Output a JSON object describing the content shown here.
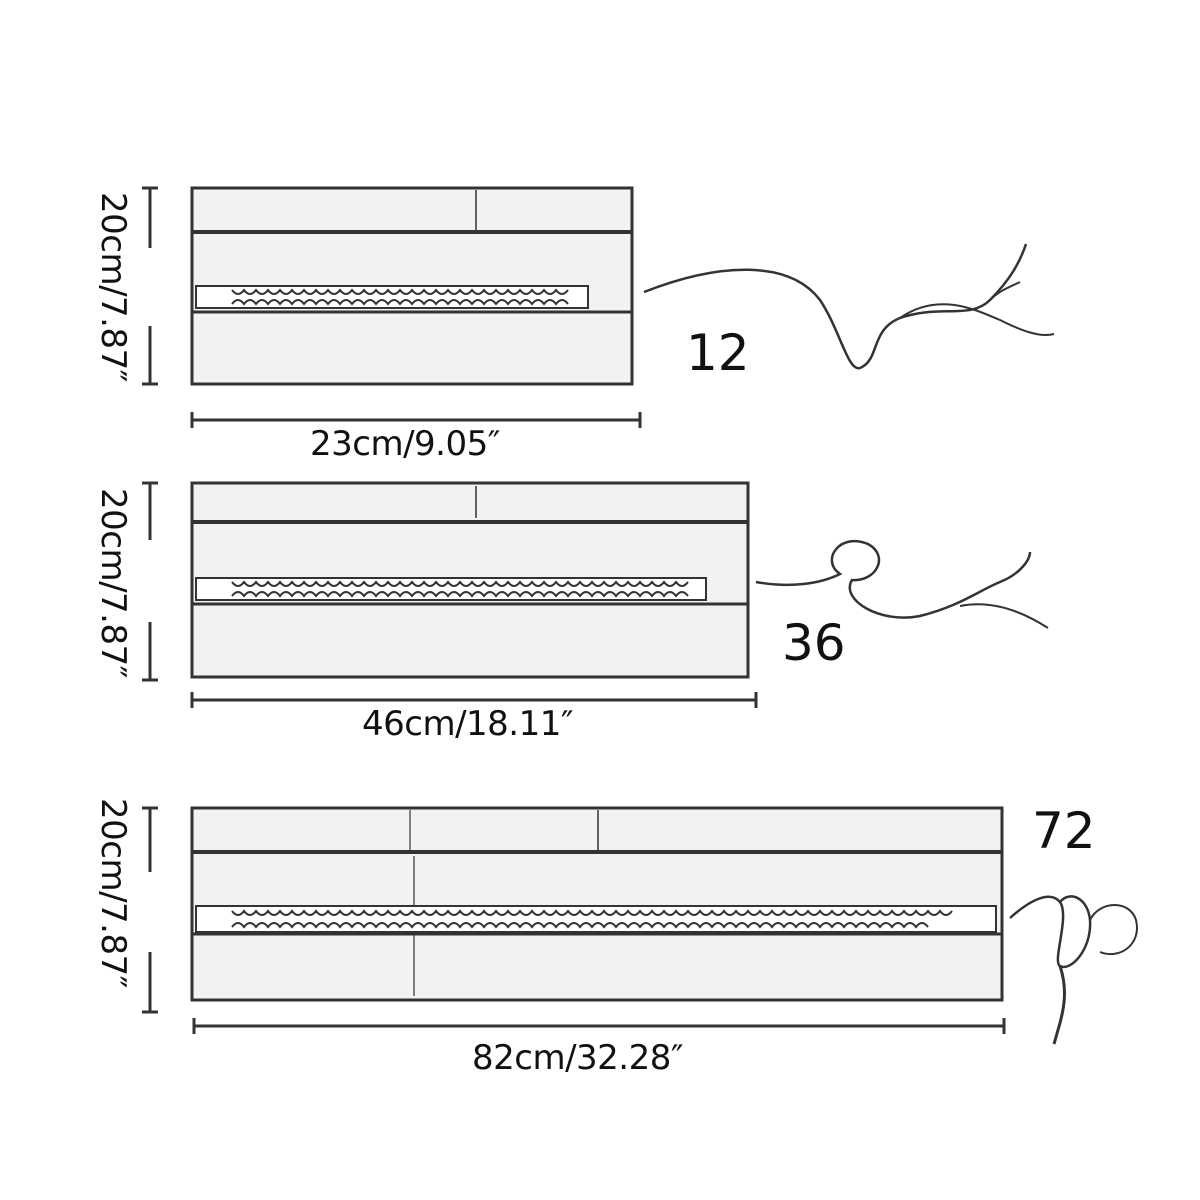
{
  "fixtures": [
    {
      "count": "12",
      "width_label": "23cm/9.05″",
      "height_label": "20cm/7.87″"
    },
    {
      "count": "36",
      "width_label": "46cm/18.11″",
      "height_label": "20cm/7.87″"
    },
    {
      "count": "72",
      "width_label": "82cm/32.28″",
      "height_label": "20cm/7.87″"
    }
  ]
}
